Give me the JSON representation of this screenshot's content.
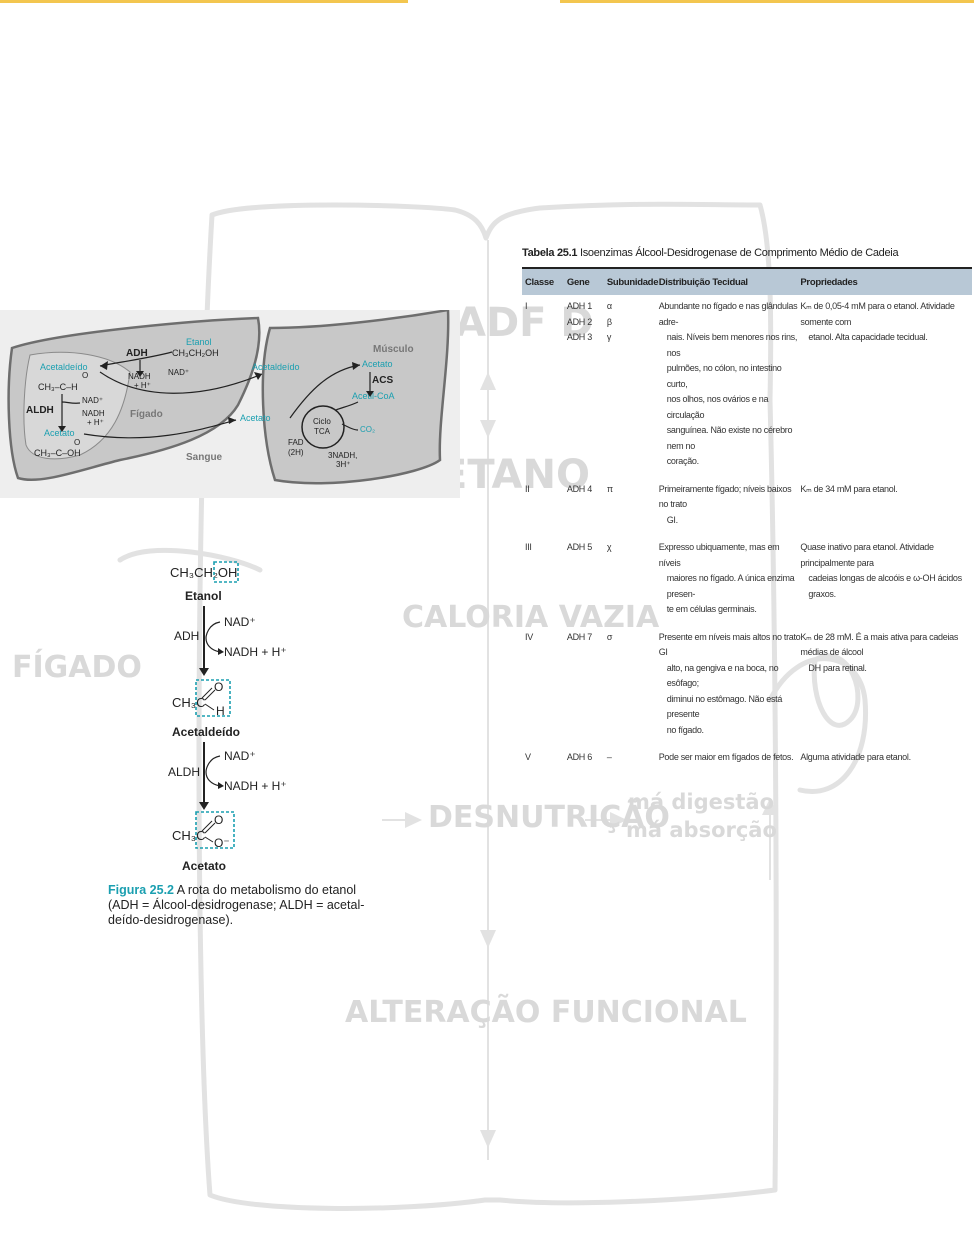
{
  "background_words": [
    "ADF D",
    "ETANO",
    "CALORIA VAZIA",
    "FÍGADO",
    "DESNUTRIÇÃO",
    "má digestão",
    "má absorção",
    "ALTERAÇÃO FUNCIONAL"
  ],
  "metabolism_figure": {
    "etanol": "Etanol",
    "adh": "ADH",
    "ethanol_formula": "CH₃CH₂OH",
    "acetaldeido": "Acetaldeído",
    "nad_plus": "NAD⁺",
    "nadh": "NADH",
    "h_plus": "+ H⁺",
    "ch3_c_h": "CH₃–C–H",
    "o": "O",
    "aldh": "ALDH",
    "nadh_h": "NADH",
    "h_plus2": "+ H⁺",
    "figado": "Fígado",
    "acetato": "Acetato",
    "ch3_c_oh": "CH₃–C–OH",
    "sangue": "Sangue",
    "acetaldeido_blood": "Acetaldeído",
    "acetato_blood": "Acetato",
    "musculo": "Músculo",
    "acetato_muscle": "Acetato",
    "acs": "ACS",
    "acetil_coa": "Acetil-CoA",
    "ciclo": "Ciclo",
    "tca": "TCA",
    "co2": "CO₂",
    "fad": "FAD",
    "two_h": "(2H)",
    "three_nadh": "3NADH,",
    "three_h": "3H⁺"
  },
  "pathway": {
    "ethanol_formula": "CH₃CH₂OH",
    "etanol": "Etanol",
    "adh": "ADH",
    "nad1": "NAD⁺",
    "nadh1": "NADH + H⁺",
    "ch3c_1": "CH₃C",
    "o1": "O",
    "h1": "H",
    "acetaldeido": "Acetaldeído",
    "aldh": "ALDH",
    "nad2": "NAD⁺",
    "nadh2": "NADH + H⁺",
    "ch3c_2": "CH₃C",
    "o2": "O",
    "o_minus": "O⁻",
    "acetato": "Acetato"
  },
  "caption": {
    "figure_label": "Figura 25.2",
    "text": "A rota do metabolismo do etanol (ADH = Álcool-desidrogenase; ALDH = acetal-deído-desidrogenase)."
  },
  "table": {
    "label": "Tabela 25.1",
    "title": "Isoenzimas Álcool-Desidrogenase de Comprimento Médio de Cadeia",
    "headers": [
      "Classe",
      "Gene",
      "Subunidade",
      "Distribuição Tecidual",
      "Propriedades"
    ],
    "rows": [
      {
        "classe": "I",
        "genes": [
          "ADH 1",
          "ADH 2",
          "ADH 3"
        ],
        "subunits": [
          "α",
          "β",
          "γ"
        ],
        "distribution": [
          "Abundante no fígado e nas glândulas adre-",
          "nais. Níveis bem menores nos rins, nos",
          "pulmões, no cólon, no intestino curto,",
          "nos olhos, nos ovários e na circulação",
          "sanguínea. Não existe no cérebro nem no",
          "coração."
        ],
        "properties": [
          "Kₘ de 0,05-4 mM para o etanol. Atividade somente com",
          "etanol. Alta capacidade tecidual."
        ]
      },
      {
        "classe": "II",
        "genes": [
          "ADH 4"
        ],
        "subunits": [
          "π"
        ],
        "distribution": [
          "Primeiramente fígado; níveis baixos no trato",
          "GI."
        ],
        "properties": [
          "Kₘ de 34 mM para etanol."
        ]
      },
      {
        "classe": "III",
        "genes": [
          "ADH 5"
        ],
        "subunits": [
          "χ"
        ],
        "distribution": [
          "Expresso ubiquamente, mas em níveis",
          "maiores no fígado. A única enzima presen-",
          "te em células germinais."
        ],
        "properties": [
          "Quase inativo para etanol. Atividade principalmente para",
          "cadeias longas de alcoóis e ω-OH ácidos graxos."
        ]
      },
      {
        "classe": "IV",
        "genes": [
          "ADH 7"
        ],
        "subunits": [
          "σ"
        ],
        "distribution": [
          "Presente em níveis mais altos no trato GI",
          "alto, na gengiva e na boca, no esôfago;",
          "diminui no estômago. Não está presente",
          "no fígado."
        ],
        "properties": [
          "Kₘ de 28 mM. É a mais ativa para cadeias médias de álcool",
          "DH para retinal."
        ]
      },
      {
        "classe": "V",
        "genes": [
          "ADH 6"
        ],
        "subunits": [
          "–"
        ],
        "distribution": [
          "Pode ser maior em fígados de fetos."
        ],
        "properties": [
          "Alguma atividade para etanol."
        ]
      }
    ]
  }
}
